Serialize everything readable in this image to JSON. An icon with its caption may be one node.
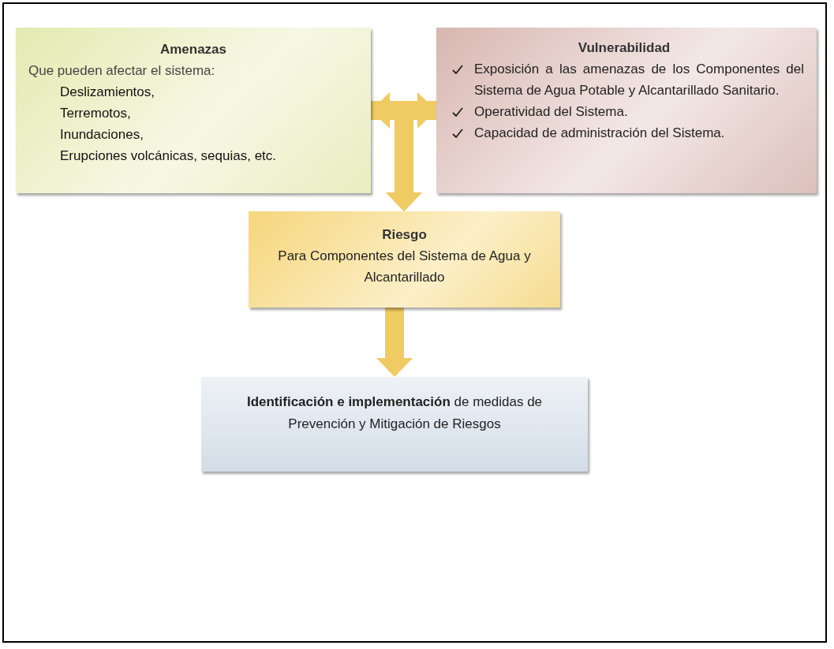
{
  "diagram": {
    "nodes": [
      {
        "text": [
          "Amenazas",
          "Que pueden afectar el sistema:",
          "Deslizamientos,",
          "Terremotos,",
          "Inundaciones,",
          "Erupciones volcánicas, sequias, etc."
        ]
      },
      {
        "text": [
          "Vulnerabilidad",
          "Exposición a las amenazas de los Componentes del Sistema de Agua Potable y Alcantarillado Sanitario.",
          "Operatividad del Sistema.",
          "Capacidad de administración del Sistema."
        ]
      },
      {
        "text": [
          "Riesgo",
          "Para Componentes del Sistema de Agua y Alcantarillado"
        ]
      },
      {
        "text": [
          "**Identificación e implementación** de medidas de Prevención y Mitigación de Riesgos"
        ]
      }
    ],
    "edges": [
      {
        "from": 0,
        "to": 1,
        "arrow": "both"
      },
      {
        "from": 0,
        "to": 2,
        "arrow": "to"
      },
      {
        "from": 1,
        "to": 2,
        "arrow": "to"
      },
      {
        "from": 2,
        "to": 3,
        "arrow": "to"
      }
    ]
  }
}
